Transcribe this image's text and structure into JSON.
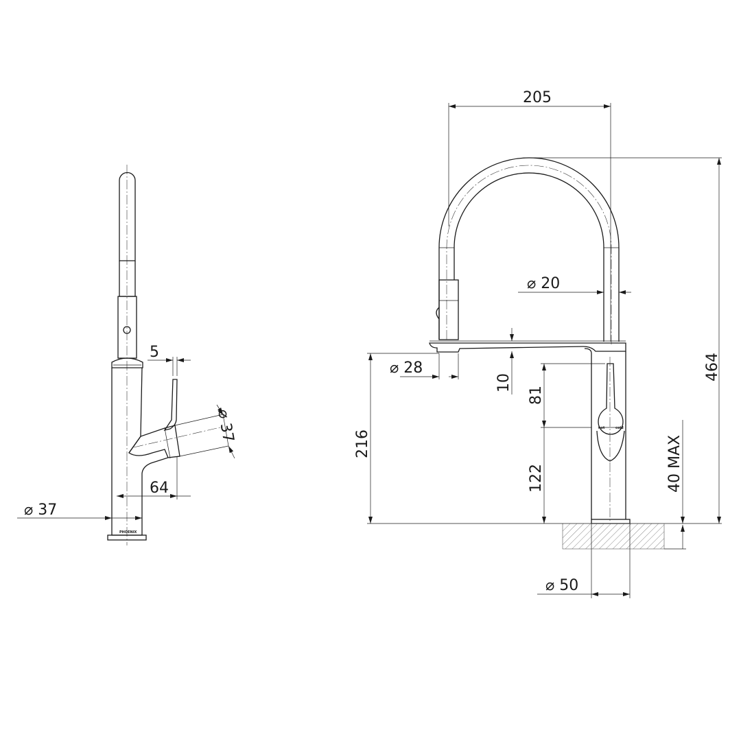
{
  "drawing": {
    "side_view": {
      "dim_lever_offset": "5",
      "dim_handle_diameter": "⌀ 37",
      "dim_handle_reach": "64",
      "dim_body_diameter": "⌀ 37",
      "brand_mark": "PHOENIX"
    },
    "front_view": {
      "dim_spout_reach": "205",
      "dim_hose_diameter": "⌀ 20",
      "dim_head_diameter": "⌀ 28",
      "dim_spout_clearance": "10",
      "dim_handle_height": "81",
      "dim_handle_base": "122",
      "dim_spout_height": "216",
      "dim_overall_height": "464",
      "dim_bench_thickness": "40 MAX",
      "dim_base_diameter": "⌀ 50",
      "label_hot": "hot",
      "label_cold": "cold"
    }
  }
}
